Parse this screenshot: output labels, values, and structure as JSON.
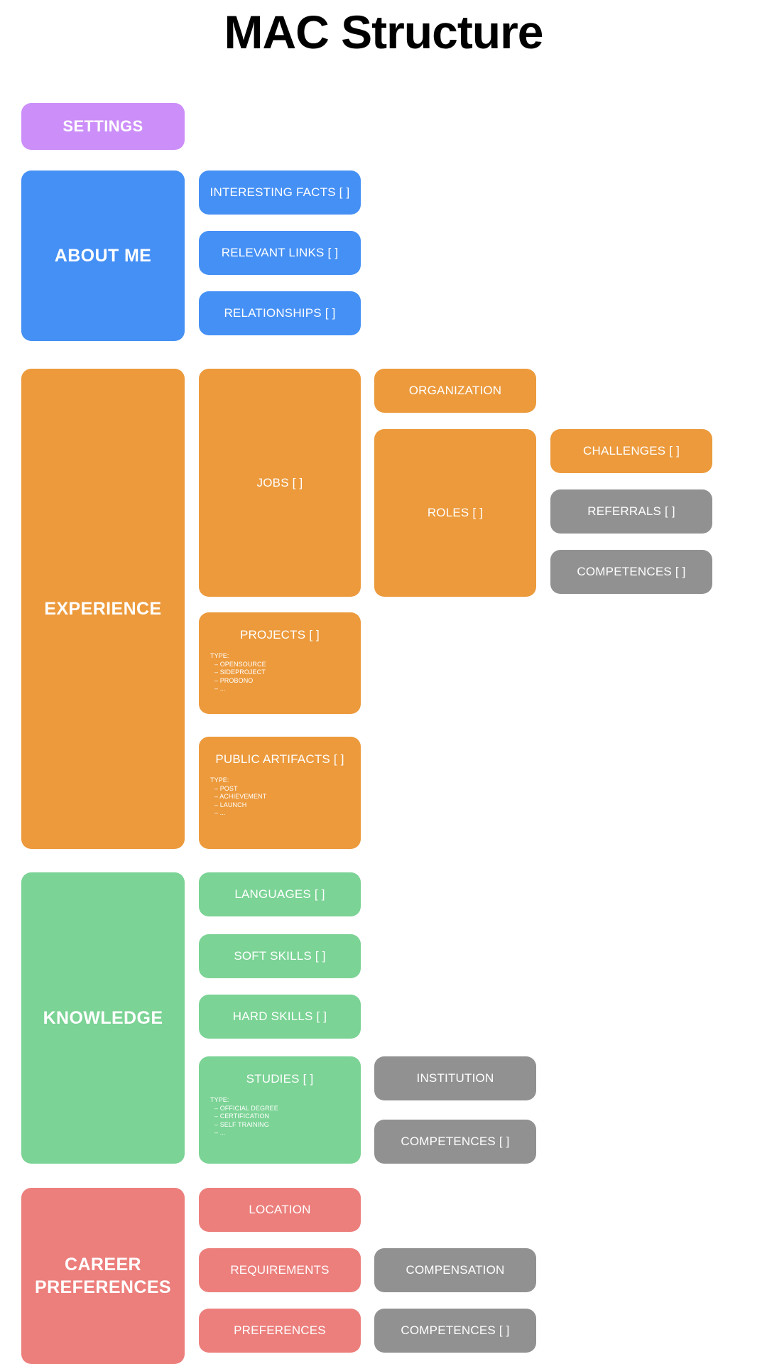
{
  "title": "MAC Structure",
  "colors": {
    "purple": "#cc8ff9",
    "blue": "#4590f5",
    "orange": "#ec9a3c",
    "green": "#7bd395",
    "red": "#ec7f7c",
    "gray": "#919191",
    "background": "#ffffff",
    "text_on_node": "#ffffff",
    "title_text": "#000000"
  },
  "nodes": {
    "settings": "SETTINGS",
    "about_me": "ABOUT ME",
    "interesting_facts": "INTERESTING FACTS [ ]",
    "relevant_links": "RELEVANT LINKS [ ]",
    "relationships": "RELATIONSHIPS [ ]",
    "experience": "EXPERIENCE",
    "jobs": "JOBS [ ]",
    "organization": "ORGANIZATION",
    "roles": "ROLES [ ]",
    "challenges": "CHALLENGES [ ]",
    "referrals": "REFERRALS [ ]",
    "experience_competences": "COMPETENCES [ ]",
    "projects": "PROJECTS [ ]",
    "public_artifacts": "PUBLIC ARTIFACTS [ ]",
    "knowledge": "KNOWLEDGE",
    "languages": "LANGUAGES [ ]",
    "soft_skills": "SOFT SKILLS [ ]",
    "hard_skills": "HARD SKILLS [ ]",
    "studies": "STUDIES [ ]",
    "institution": "INSTITUTION",
    "studies_competences": "COMPETENCES [ ]",
    "career_preferences": "CAREER\nPREFERENCES",
    "location": "LOCATION",
    "requirements": "REQUIREMENTS",
    "preferences": "PREFERENCES",
    "compensation": "COMPENSATION",
    "career_competences": "COMPETENCES [ ]"
  },
  "type_lists": {
    "projects": {
      "heading": "TYPE:",
      "items": [
        "–  OPENSOURCE",
        "–  SIDEPROJECT",
        "–  PROBONO",
        "–  ..."
      ]
    },
    "public_artifacts": {
      "heading": "TYPE:",
      "items": [
        "–  POST",
        "–  ACHIEVEMENT",
        "–  LAUNCH",
        "–  ..."
      ]
    },
    "studies": {
      "heading": "TYPE:",
      "items": [
        "–  OFFICIAL DEGREE",
        "–  CERTIFICATION",
        "–  SELF TRAINING",
        "–  ..."
      ]
    }
  }
}
